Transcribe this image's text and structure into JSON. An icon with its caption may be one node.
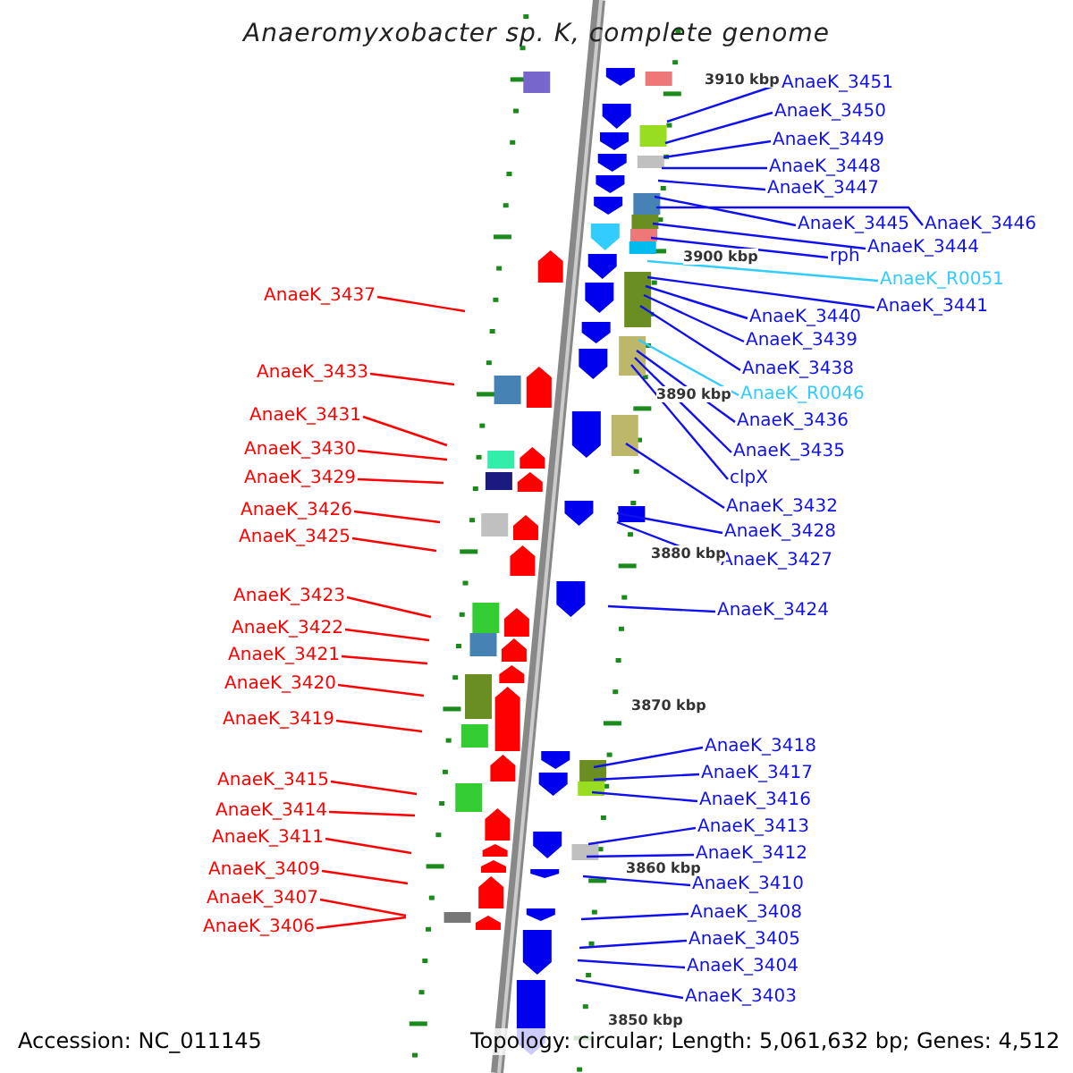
{
  "diagram": {
    "title": "Anaeromyxobacter sp. K, complete genome",
    "nodes": [
      {
        "text": [
          "AnaeK_3451"
        ]
      },
      {
        "text": [
          "AnaeK_3450"
        ]
      },
      {
        "text": [
          "AnaeK_3449"
        ]
      },
      {
        "text": [
          "AnaeK_3448"
        ]
      },
      {
        "text": [
          "AnaeK_3447"
        ]
      },
      {
        "text": [
          "AnaeK_3445"
        ]
      },
      {
        "text": [
          "AnaeK_3446"
        ]
      },
      {
        "text": [
          "AnaeK_3444"
        ]
      },
      {
        "text": [
          "rph"
        ]
      },
      {
        "text": [
          "AnaeK_R0051"
        ]
      },
      {
        "text": [
          "AnaeK_3437"
        ]
      },
      {
        "text": [
          "AnaeK_3441"
        ]
      },
      {
        "text": [
          "AnaeK_3440"
        ]
      },
      {
        "text": [
          "AnaeK_3439"
        ]
      },
      {
        "text": [
          "AnaeK_3438"
        ]
      },
      {
        "text": [
          "AnaeK_3433"
        ]
      },
      {
        "text": [
          "AnaeK_R0046"
        ]
      },
      {
        "text": [
          "AnaeK_3431"
        ]
      },
      {
        "text": [
          "AnaeK_3436"
        ]
      },
      {
        "text": [
          "AnaeK_3430"
        ]
      },
      {
        "text": [
          "AnaeK_3435"
        ]
      },
      {
        "text": [
          "AnaeK_3429"
        ]
      },
      {
        "text": [
          "clpX"
        ]
      },
      {
        "text": [
          "AnaeK_3432"
        ]
      },
      {
        "text": [
          "AnaeK_3426"
        ]
      },
      {
        "text": [
          "AnaeK_3428"
        ]
      },
      {
        "text": [
          "AnaeK_3425"
        ]
      },
      {
        "text": [
          "AnaeK_3427"
        ]
      },
      {
        "text": [
          "AnaeK_3423"
        ]
      },
      {
        "text": [
          "AnaeK_3424"
        ]
      },
      {
        "text": [
          "AnaeK_3422"
        ]
      },
      {
        "text": [
          "AnaeK_3421"
        ]
      },
      {
        "text": [
          "AnaeK_3420"
        ]
      },
      {
        "text": [
          "AnaeK_3419"
        ]
      },
      {
        "text": [
          "AnaeK_3418"
        ]
      },
      {
        "text": [
          "AnaeK_3417"
        ]
      },
      {
        "text": [
          "AnaeK_3415"
        ]
      },
      {
        "text": [
          "AnaeK_3416"
        ]
      },
      {
        "text": [
          "AnaeK_3414"
        ]
      },
      {
        "text": [
          "AnaeK_3413"
        ]
      },
      {
        "text": [
          "AnaeK_3411"
        ]
      },
      {
        "text": [
          "AnaeK_3412"
        ]
      },
      {
        "text": [
          "AnaeK_3409"
        ]
      },
      {
        "text": [
          "AnaeK_3410"
        ]
      },
      {
        "text": [
          "AnaeK_3407"
        ]
      },
      {
        "text": [
          "AnaeK_3408"
        ]
      },
      {
        "text": [
          "AnaeK_3406"
        ]
      },
      {
        "text": [
          "AnaeK_3405"
        ]
      },
      {
        "text": [
          "AnaeK_3404"
        ]
      },
      {
        "text": [
          "AnaeK_3403"
        ]
      }
    ],
    "edges": [
      {
        "from": 0,
        "to": null,
        "arrow": "none"
      },
      {
        "from": 1,
        "to": null,
        "arrow": "none"
      },
      {
        "from": 2,
        "to": null,
        "arrow": "none"
      },
      {
        "from": 3,
        "to": null,
        "arrow": "none"
      },
      {
        "from": 4,
        "to": null,
        "arrow": "none"
      },
      {
        "from": 5,
        "to": null,
        "arrow": "none"
      },
      {
        "from": 6,
        "to": null,
        "arrow": "none"
      },
      {
        "from": 7,
        "to": null,
        "arrow": "none"
      },
      {
        "from": 8,
        "to": null,
        "arrow": "none"
      },
      {
        "from": 9,
        "to": null,
        "arrow": "none",
        "color": "#33ccff"
      },
      {
        "from": 10,
        "to": null,
        "arrow": "none",
        "color": "#ff0000"
      },
      {
        "from": 11,
        "to": null,
        "arrow": "none"
      },
      {
        "from": 12,
        "to": null,
        "arrow": "none"
      },
      {
        "from": 13,
        "to": null,
        "arrow": "none"
      },
      {
        "from": 14,
        "to": null,
        "arrow": "none"
      },
      {
        "from": 15,
        "to": null,
        "arrow": "none",
        "color": "#ff0000"
      },
      {
        "from": 16,
        "to": null,
        "arrow": "none",
        "color": "#33ccff"
      },
      {
        "from": 17,
        "to": null,
        "arrow": "none",
        "color": "#ff0000"
      },
      {
        "from": 18,
        "to": null,
        "arrow": "none"
      },
      {
        "from": 19,
        "to": null,
        "arrow": "none",
        "color": "#ff0000"
      },
      {
        "from": 20,
        "to": null,
        "arrow": "none"
      },
      {
        "from": 21,
        "to": null,
        "arrow": "none",
        "color": "#ff0000"
      },
      {
        "from": 22,
        "to": null,
        "arrow": "none"
      },
      {
        "from": 23,
        "to": null,
        "arrow": "none"
      },
      {
        "from": 24,
        "to": null,
        "arrow": "none",
        "color": "#ff0000"
      },
      {
        "from": 25,
        "to": null,
        "arrow": "none"
      },
      {
        "from": 26,
        "to": null,
        "arrow": "none",
        "color": "#ff0000"
      },
      {
        "from": 27,
        "to": null,
        "arrow": "none"
      },
      {
        "from": 28,
        "to": null,
        "arrow": "none",
        "color": "#ff0000"
      },
      {
        "from": 29,
        "to": null,
        "arrow": "none"
      },
      {
        "from": 30,
        "to": null,
        "arrow": "none",
        "color": "#ff0000"
      },
      {
        "from": 31,
        "to": null,
        "arrow": "none",
        "color": "#ff0000"
      },
      {
        "from": 32,
        "to": null,
        "arrow": "none",
        "color": "#ff0000"
      },
      {
        "from": 33,
        "to": null,
        "arrow": "none",
        "color": "#ff0000"
      },
      {
        "from": 34,
        "to": null,
        "arrow": "none"
      },
      {
        "from": 35,
        "to": null,
        "arrow": "none"
      },
      {
        "from": 36,
        "to": null,
        "arrow": "none",
        "color": "#ff0000"
      },
      {
        "from": 37,
        "to": null,
        "arrow": "none"
      },
      {
        "from": 38,
        "to": null,
        "arrow": "none",
        "color": "#ff0000"
      },
      {
        "from": 39,
        "to": null,
        "arrow": "none"
      },
      {
        "from": 40,
        "to": null,
        "arrow": "none",
        "color": "#ff0000"
      },
      {
        "from": 41,
        "to": null,
        "arrow": "none"
      },
      {
        "from": 42,
        "to": null,
        "arrow": "none",
        "color": "#ff0000"
      },
      {
        "from": 43,
        "to": null,
        "arrow": "none"
      },
      {
        "from": 44,
        "to": null,
        "arrow": "none",
        "color": "#ff0000"
      },
      {
        "from": 45,
        "to": null,
        "arrow": "none"
      },
      {
        "from": 46,
        "to": null,
        "arrow": "none",
        "color": "#ff0000"
      },
      {
        "from": 47,
        "to": null,
        "arrow": "none"
      },
      {
        "from": 48,
        "to": null,
        "arrow": "none"
      },
      {
        "from": 49,
        "to": null,
        "arrow": "none"
      }
    ],
    "labels": [
      "3910 kbp",
      "3900 kbp",
      "3890 kbp",
      "3880 kbp",
      "3870 kbp",
      "3860 kbp",
      "3850 kbp",
      "Accession: NC_011145",
      "Topology: circular; Length: 5,061,632 bp; Genes: 4,512"
    ]
  }
}
